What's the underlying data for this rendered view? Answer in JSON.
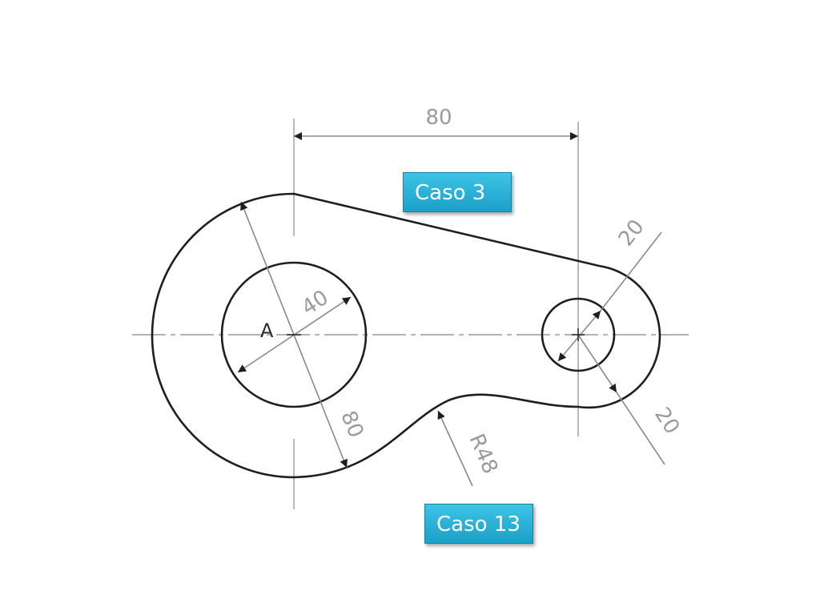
{
  "drawing": {
    "point_label": "A",
    "dimensions": {
      "center_distance": "80",
      "inner_diameter_left": "40",
      "outer_diameter_left": "80",
      "hole_diameter_right": "20",
      "outer_diameter_right": "20",
      "fillet_radius": "R48"
    }
  },
  "callouts": {
    "top": "Caso 3",
    "bottom": "Caso 13"
  },
  "colors": {
    "outline": "#1e1e1e",
    "dimension": "#9a9a9a",
    "callout_fill": "#2ab0d8",
    "callout_text": "#ffffff"
  }
}
